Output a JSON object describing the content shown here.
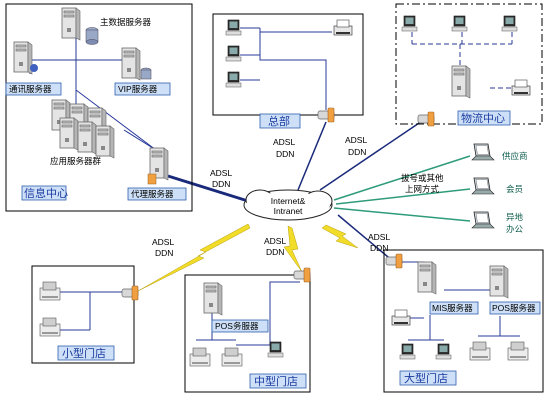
{
  "regions": {
    "info_center": {
      "title": "信息中心"
    },
    "hq": {
      "title": "总部"
    },
    "logistics": {
      "title": "物流中心"
    },
    "small_store": {
      "title": "小型门店"
    },
    "medium_store": {
      "title": "中型门店"
    },
    "large_store": {
      "title": "大型门店"
    }
  },
  "servers": {
    "main_db": "主数据服务器",
    "comm": "通讯服务器",
    "vip": "VIP服务器",
    "app_cluster": "应用服务器群",
    "proxy": "代理服务器",
    "pos_medium": "POS务服器",
    "mis": "MIS服务器",
    "pos_large": "POS服务器"
  },
  "cloud": {
    "line1": "Internet&",
    "line2": "Intranet"
  },
  "links": {
    "adsl": "ADSL",
    "ddn": "DDN",
    "dial_line1": "拔号或其他",
    "dial_line2": "上网方式"
  },
  "remote": {
    "supplier": "供应商",
    "member": "会员",
    "remote_office_1": "异地",
    "remote_office_2": "办公"
  },
  "colors": {
    "label_fill": "#cde0f7",
    "label_text": "#1a3aa0",
    "backbone": "#1a2a7a",
    "remote_link": "#2e9b7a",
    "lightning": "#f2dc2a"
  }
}
